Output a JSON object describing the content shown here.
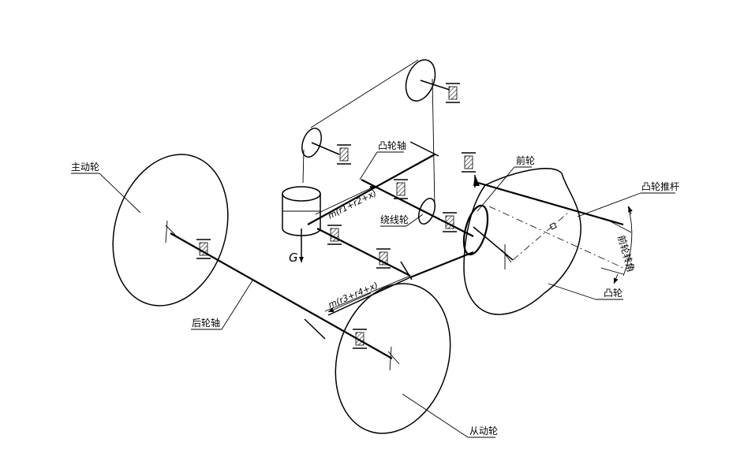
{
  "labels": {
    "drive_wheel": "主动轮",
    "rear_axle": "后轮轴",
    "driven_wheel": "从动轮",
    "cam_shaft": "凸轮轴",
    "winding_wheel": "绕线轮",
    "front_wheel": "前轮",
    "cam_follower": "凸轮推杆",
    "front_wheel_angle": "前轮转角",
    "cam": "凸轮",
    "weight": "G",
    "dim_upper": "m(r1+r2+x)",
    "dim_lower": "m(r3+r4+x)"
  }
}
